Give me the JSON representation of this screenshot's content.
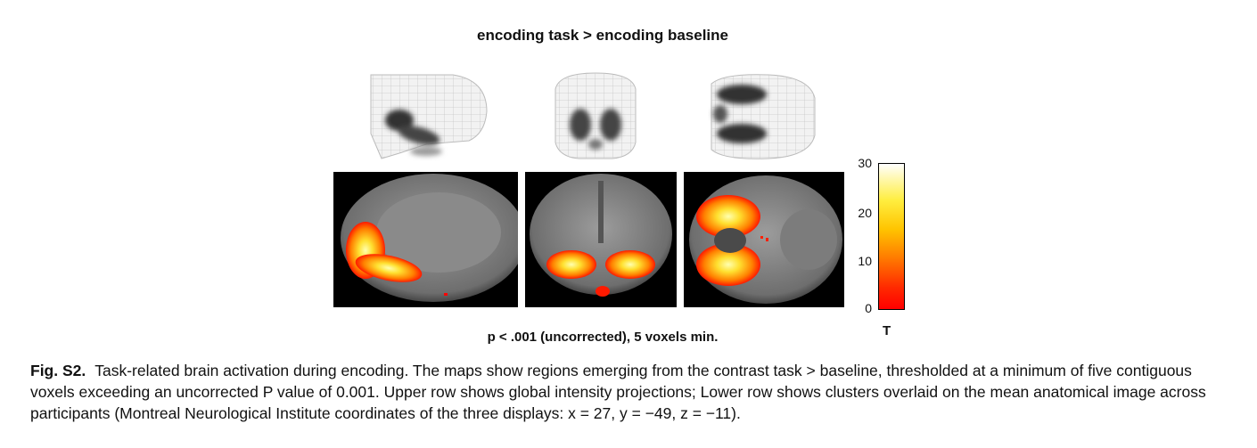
{
  "figure": {
    "title": "encoding task > encoding baseline",
    "threshold_note": "p < .001 (uncorrected), 5 voxels min.",
    "colorbar": {
      "label": "T",
      "ticks": [
        "30",
        "20",
        "10",
        "0"
      ],
      "colors": [
        "#ffffff",
        "#ffee40",
        "#ff7a00",
        "#ff0000"
      ]
    },
    "upper_row": [
      "sagittal-glass-brain",
      "coronal-glass-brain",
      "axial-glass-brain"
    ],
    "lower_row": [
      "sagittal-slice",
      "coronal-slice",
      "axial-slice"
    ]
  },
  "caption": {
    "label": "Fig. S2.",
    "text": "Task-related brain activation during encoding. The maps show regions emerging from the contrast task > baseline, thresholded at a minimum of five contiguous voxels exceeding an uncorrected P value of 0.001. Upper row shows global intensity projections; Lower row shows clusters overlaid on the mean anatomical image across participants (Montreal Neurological Institute coordinates of the three displays: x = 27, y = −49, z = −11)."
  }
}
